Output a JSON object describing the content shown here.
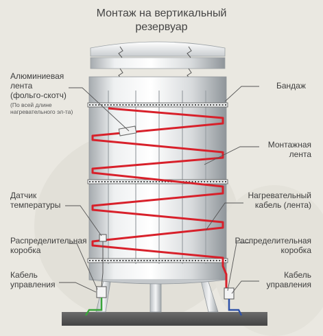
{
  "title": {
    "line1": "Монтаж на вертикальный",
    "line2": "резервуар"
  },
  "labels": {
    "foil_tape_1": "Алюминиевая",
    "foil_tape_2": "лента",
    "foil_tape_3": "(фольго-скотч)",
    "foil_note_1": "(По всей длине",
    "foil_note_2": "нагревательного эл-та)",
    "band": "Бандаж",
    "mount_tape_1": "Монтажная",
    "mount_tape_2": "лента",
    "sensor_1": "Датчик",
    "sensor_2": "температуры",
    "heating_cable_1": "Нагревательный",
    "heating_cable_2": "кабель (лента)",
    "dist_box_left_1": "Распределительная",
    "dist_box_left_2": "коробка",
    "dist_box_right_1": "Распределительная",
    "dist_box_right_2": "коробка",
    "control_cable_left_1": "Кабель",
    "control_cable_left_2": "управления",
    "control_cable_right_1": "Кабель",
    "control_cable_right_2": "управления"
  },
  "colors": {
    "background": "#eae8e1",
    "tank_light": "#f4f4f4",
    "tank_shadow": "#9ea4a8",
    "heating_cable": "#d8202a",
    "control_cable_left": "#3aa53a",
    "control_cable_right": "#2f52a8",
    "ground": "#5a5a5a"
  }
}
